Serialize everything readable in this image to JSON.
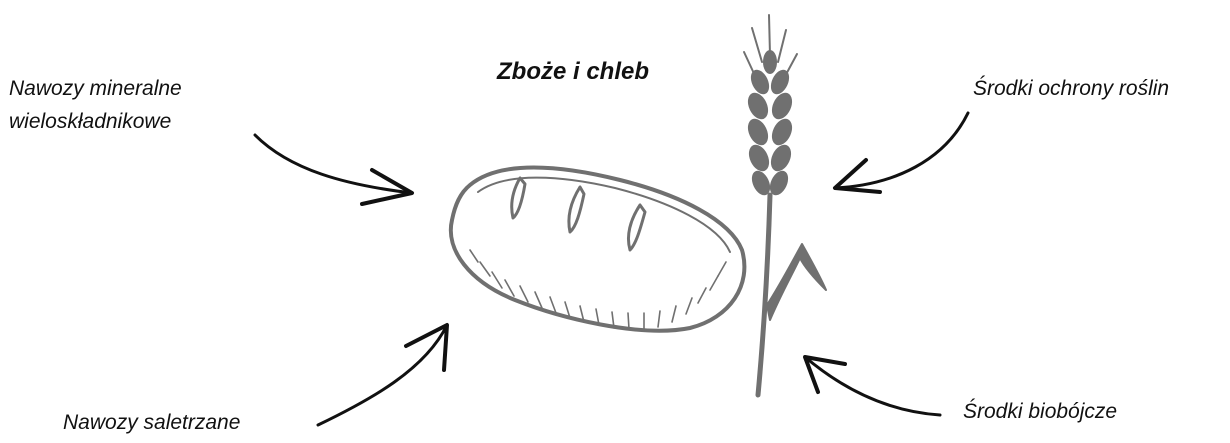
{
  "title": "Zboże i chleb",
  "labels": {
    "top_left_line1": "Nawozy mineralne",
    "top_left_line2": "wieloskładnikowe",
    "top_right": "Środki ochrony roślin",
    "bottom_left": "Nawozy saletrzane",
    "bottom_right": "Środki biobójcze"
  },
  "illustrations": {
    "bread": "bread-loaf-icon",
    "wheat": "wheat-stalk-icon"
  },
  "colors": {
    "illustration": "#707070",
    "arrow": "#111111",
    "text": "#111111"
  }
}
